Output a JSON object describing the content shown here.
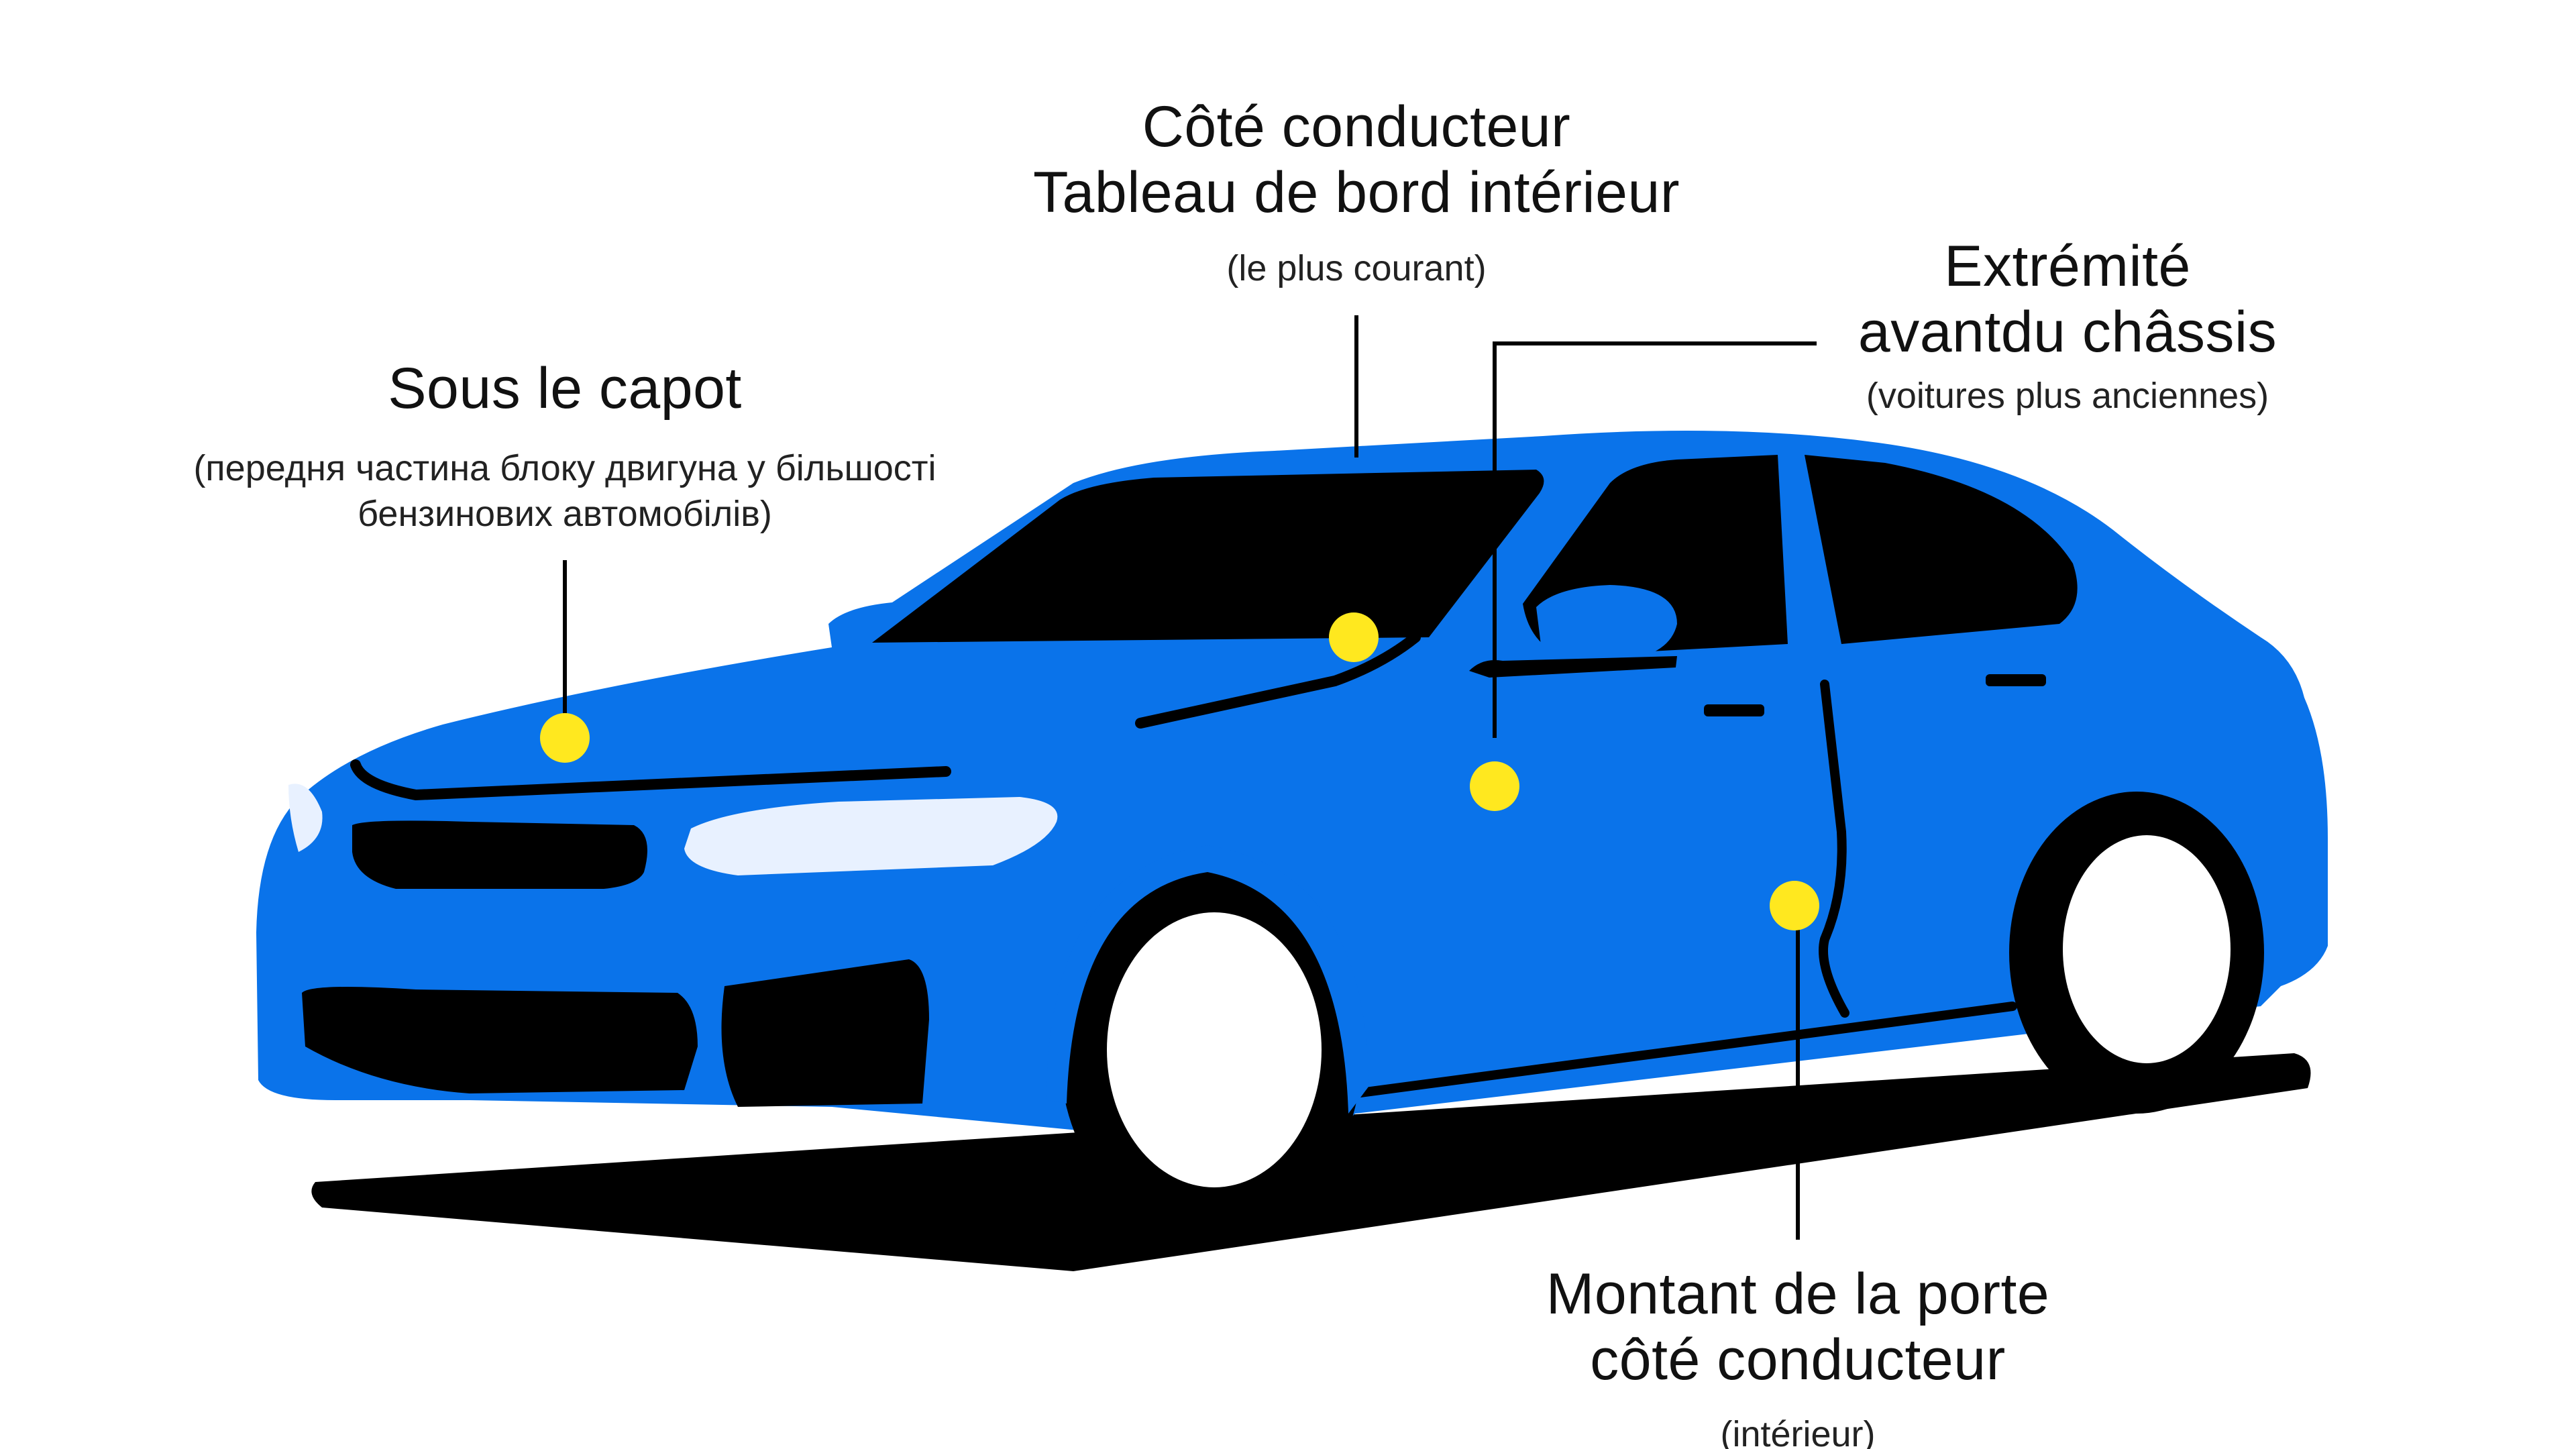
{
  "colors": {
    "car_body": "#0a73ea",
    "car_dark": "#000000",
    "marker": "#ffe81f",
    "headlight": "#e8f1ff",
    "wheel_face": "#ffffff",
    "background": "#ffffff"
  },
  "labels": {
    "hood": {
      "title": "Sous le capot",
      "subtitle_line1": "(передня частина блоку двигуна у більшості",
      "subtitle_line2": "бензинових автомобілів)"
    },
    "driver_dashboard": {
      "title_line1": "Côté conducteur",
      "title_line2": "Tableau de bord intérieur",
      "subtitle": "(le plus courant)"
    },
    "front_frame": {
      "title_line1": "Extrémité",
      "title_line2": "avantdu châssis",
      "subtitle": "(voitures plus anciennes)"
    },
    "door_jamb": {
      "title_line1": "Montant de la porte",
      "title_line2": "côté conducteur",
      "subtitle": "(intérieur)"
    }
  }
}
